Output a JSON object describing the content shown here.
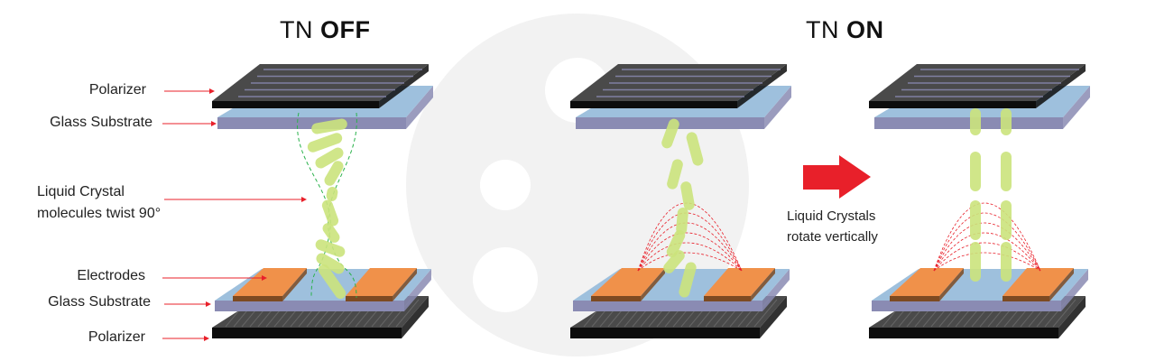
{
  "titles": {
    "off": {
      "prefix": "TN",
      "state": "OFF"
    },
    "on": {
      "prefix": "TN",
      "state": "ON"
    }
  },
  "labels": {
    "polarizer_top": "Polarizer",
    "glass_top": "Glass Substrate",
    "lc_line1": "Liquid Crystal",
    "lc_line2": "molecules twist 90°",
    "electrodes": "Electrodes",
    "glass_bottom": "Glass Substrate",
    "polarizer_bottom": "Polarizer"
  },
  "caption": {
    "line1": "Liquid Crystals",
    "line2": "rotate vertically"
  },
  "colors": {
    "polarizer": "#4a4a4a",
    "polarizer_edge": "#0d0d0d",
    "glass_top": "#9ec0dd",
    "glass_edge": "#8a8bb3",
    "electrode": "#f0914a",
    "electrode_edge": "#7d4a22",
    "crystal": "#cbe37c",
    "arrow": "#e8202a",
    "field_line": "#e8202a",
    "twist_line": "#2bb24c",
    "watermark": "#f2f2f2"
  }
}
